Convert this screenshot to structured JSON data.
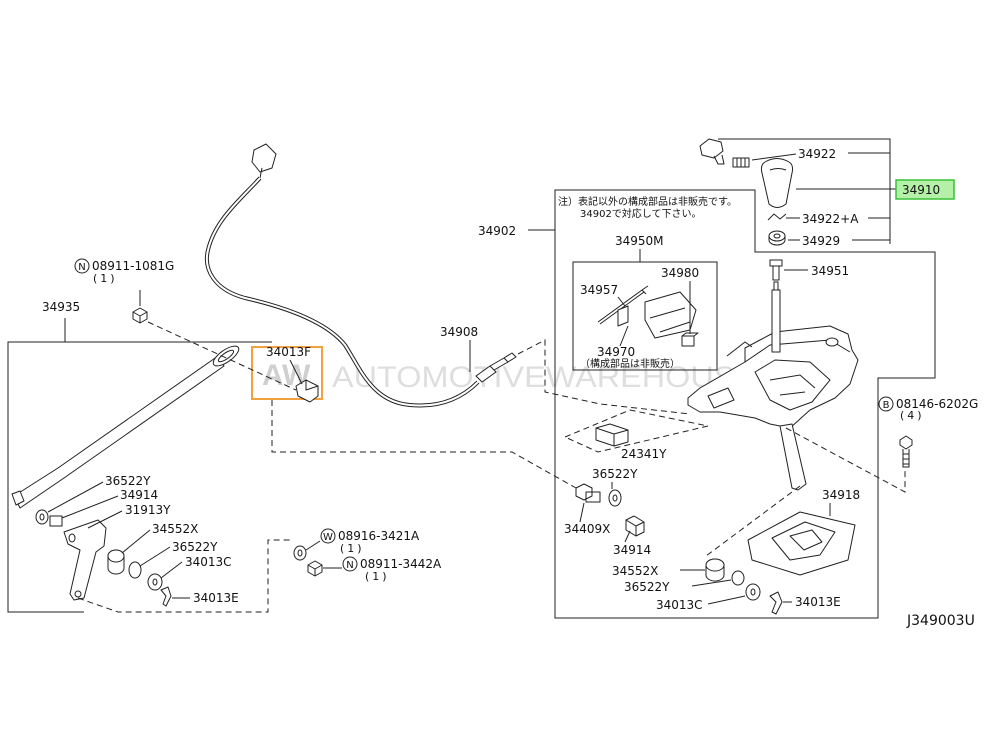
{
  "diagram": {
    "drawing_code": "J349003U",
    "watermark": {
      "badge": "AW",
      "text": "AUTOMOTIVEWAREHOUSE"
    },
    "colors": {
      "highlight_fill": "#b5f0a8",
      "highlight_stroke": "#39c135",
      "watermark_border": "#f2a23c"
    },
    "note": {
      "line1": "注）表記以外の構成部品は非販売です。",
      "line2": "34902で対応して下さい。"
    },
    "knob_group": {
      "bolt": "34922",
      "knob": "34910",
      "spring": "34922+A",
      "nut": "34929"
    },
    "assembly": "34902",
    "bolt_top": "34951",
    "sub_kit": {
      "label": "34950M",
      "rod": "34957",
      "clip": "34980",
      "bracket": "34970",
      "note": "（構成部品は非販売）"
    },
    "fasteners": {
      "nut_top_left": {
        "mark": "N",
        "part": "08911-1081G",
        "qty": "(1)"
      },
      "bolt_right": {
        "mark": "B",
        "part": "08146-6202G",
        "qty": "(4)"
      },
      "washer_bottom": {
        "mark": "W",
        "part": "08916-3421A",
        "qty": "(1)"
      },
      "nut_bottom": {
        "mark": "N",
        "part": "08911-3442A",
        "qty": "(1)"
      }
    },
    "cable": "34908",
    "cable_clip": "34013F",
    "rod": "34935",
    "left_parts": [
      "36522Y",
      "34914",
      "31913Y",
      "34552X",
      "36522Y",
      "34013C",
      "34013E"
    ],
    "right_parts": {
      "cap": "24341Y",
      "washer_a": "36522Y",
      "pin": "34409X",
      "bushing": "34914",
      "plate": "34918",
      "grommet": "34552X",
      "washer_b": "36522Y",
      "washer_c": "34013C",
      "clip": "34013E"
    }
  }
}
